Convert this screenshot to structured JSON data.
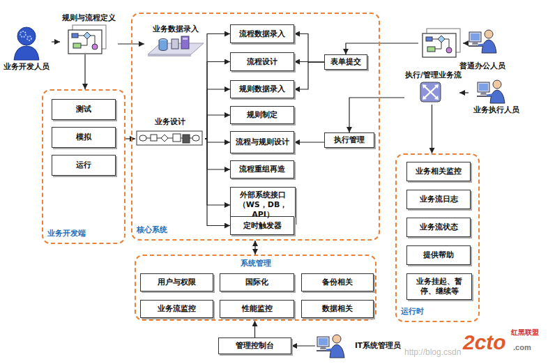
{
  "diagram": {
    "nodes": [
      {
        "text": [
          "业务开发人员"
        ]
      },
      {
        "text": [
          "规则与流程定义"
        ]
      },
      {
        "text": [
          "业务开发端"
        ]
      },
      {
        "text": [
          "测试"
        ],
        "in": 2
      },
      {
        "text": [
          "模拟"
        ],
        "in": 2
      },
      {
        "text": [
          "运行"
        ],
        "in": 2
      },
      {
        "text": [
          "核心系统"
        ]
      },
      {
        "text": [
          "业务数据录入"
        ],
        "in": 6
      },
      {
        "text": [
          "业务设计"
        ],
        "in": 6
      },
      {
        "text": [
          "流程数据录入"
        ],
        "in": 6
      },
      {
        "text": [
          "流程设计"
        ],
        "in": 6
      },
      {
        "text": [
          "规则数据录入"
        ],
        "in": 6
      },
      {
        "text": [
          "规则制定"
        ],
        "in": 6
      },
      {
        "text": [
          "流程与规则设计"
        ],
        "in": 6
      },
      {
        "text": [
          "流程重组再造"
        ],
        "in": 6
      },
      {
        "text": [
          "外部系统接口（WS，DB，API）"
        ],
        "in": 6
      },
      {
        "text": [
          "定时触发器"
        ],
        "in": 6
      },
      {
        "text": [
          "表单提交"
        ]
      },
      {
        "text": [
          "执行管理"
        ]
      },
      {
        "text": [
          "普通办公人员"
        ]
      },
      {
        "text": [
          "执行/管理业务流"
        ]
      },
      {
        "text": [
          "业务执行人员"
        ]
      },
      {
        "text": [
          "运行时"
        ]
      },
      {
        "text": [
          "业务相关监控"
        ],
        "in": 22
      },
      {
        "text": [
          "业务流日志"
        ],
        "in": 22
      },
      {
        "text": [
          "业务流状态"
        ],
        "in": 22
      },
      {
        "text": [
          "提供帮助"
        ],
        "in": 22
      },
      {
        "text": [
          "业务挂起、暂停、继续等"
        ],
        "in": 22
      },
      {
        "text": [
          "系统管理"
        ]
      },
      {
        "text": [
          "用户与权限"
        ],
        "in": 28
      },
      {
        "text": [
          "国际化"
        ],
        "in": 28
      },
      {
        "text": [
          "备份相关"
        ],
        "in": 28
      },
      {
        "text": [
          "业务流监控"
        ],
        "in": 28
      },
      {
        "text": [
          "性能监控"
        ],
        "in": 28
      },
      {
        "text": [
          "数据相关"
        ],
        "in": 28
      },
      {
        "text": [
          "管理控制台"
        ]
      },
      {
        "text": [
          "IT系统管理员"
        ]
      }
    ],
    "edges": [
      {
        "from": 0,
        "to": 1,
        "arrow": "to"
      },
      {
        "from": 1,
        "to": 7,
        "arrow": "to"
      },
      {
        "from": 1,
        "to": 2,
        "arrow": "to"
      },
      {
        "from": 2,
        "to": 8,
        "arrow": "to"
      },
      {
        "from": 8,
        "to": 9,
        "arrow": "to"
      },
      {
        "from": 8,
        "to": 10,
        "arrow": "to"
      },
      {
        "from": 8,
        "to": 11,
        "arrow": "to"
      },
      {
        "from": 8,
        "to": 12,
        "arrow": "to"
      },
      {
        "from": 8,
        "to": 13,
        "arrow": "to"
      },
      {
        "from": 8,
        "to": 14,
        "arrow": "to"
      },
      {
        "from": 8,
        "to": 15,
        "arrow": "to"
      },
      {
        "from": 8,
        "to": 16,
        "arrow": "to"
      },
      {
        "from": 19,
        "to": 17,
        "arrow": "to"
      },
      {
        "from": 17,
        "to": 9,
        "arrow": "to"
      },
      {
        "from": 17,
        "to": 10,
        "arrow": "to"
      },
      {
        "from": 17,
        "to": 11,
        "arrow": "to"
      },
      {
        "from": 21,
        "to": 20,
        "arrow": "to"
      },
      {
        "from": 20,
        "to": 18,
        "arrow": "to"
      },
      {
        "from": 18,
        "to": 13,
        "arrow": "to"
      },
      {
        "from": 20,
        "to": 22,
        "arrow": "to"
      },
      {
        "from": 6,
        "to": 28,
        "arrow": "both"
      },
      {
        "from": 35,
        "to": 28,
        "arrow": "to"
      },
      {
        "from": 36,
        "to": 35,
        "arrow": "to"
      }
    ],
    "labels": [
      "http://blog.csdn",
      "2cto",
      "红黑联盟",
      ".com"
    ]
  }
}
